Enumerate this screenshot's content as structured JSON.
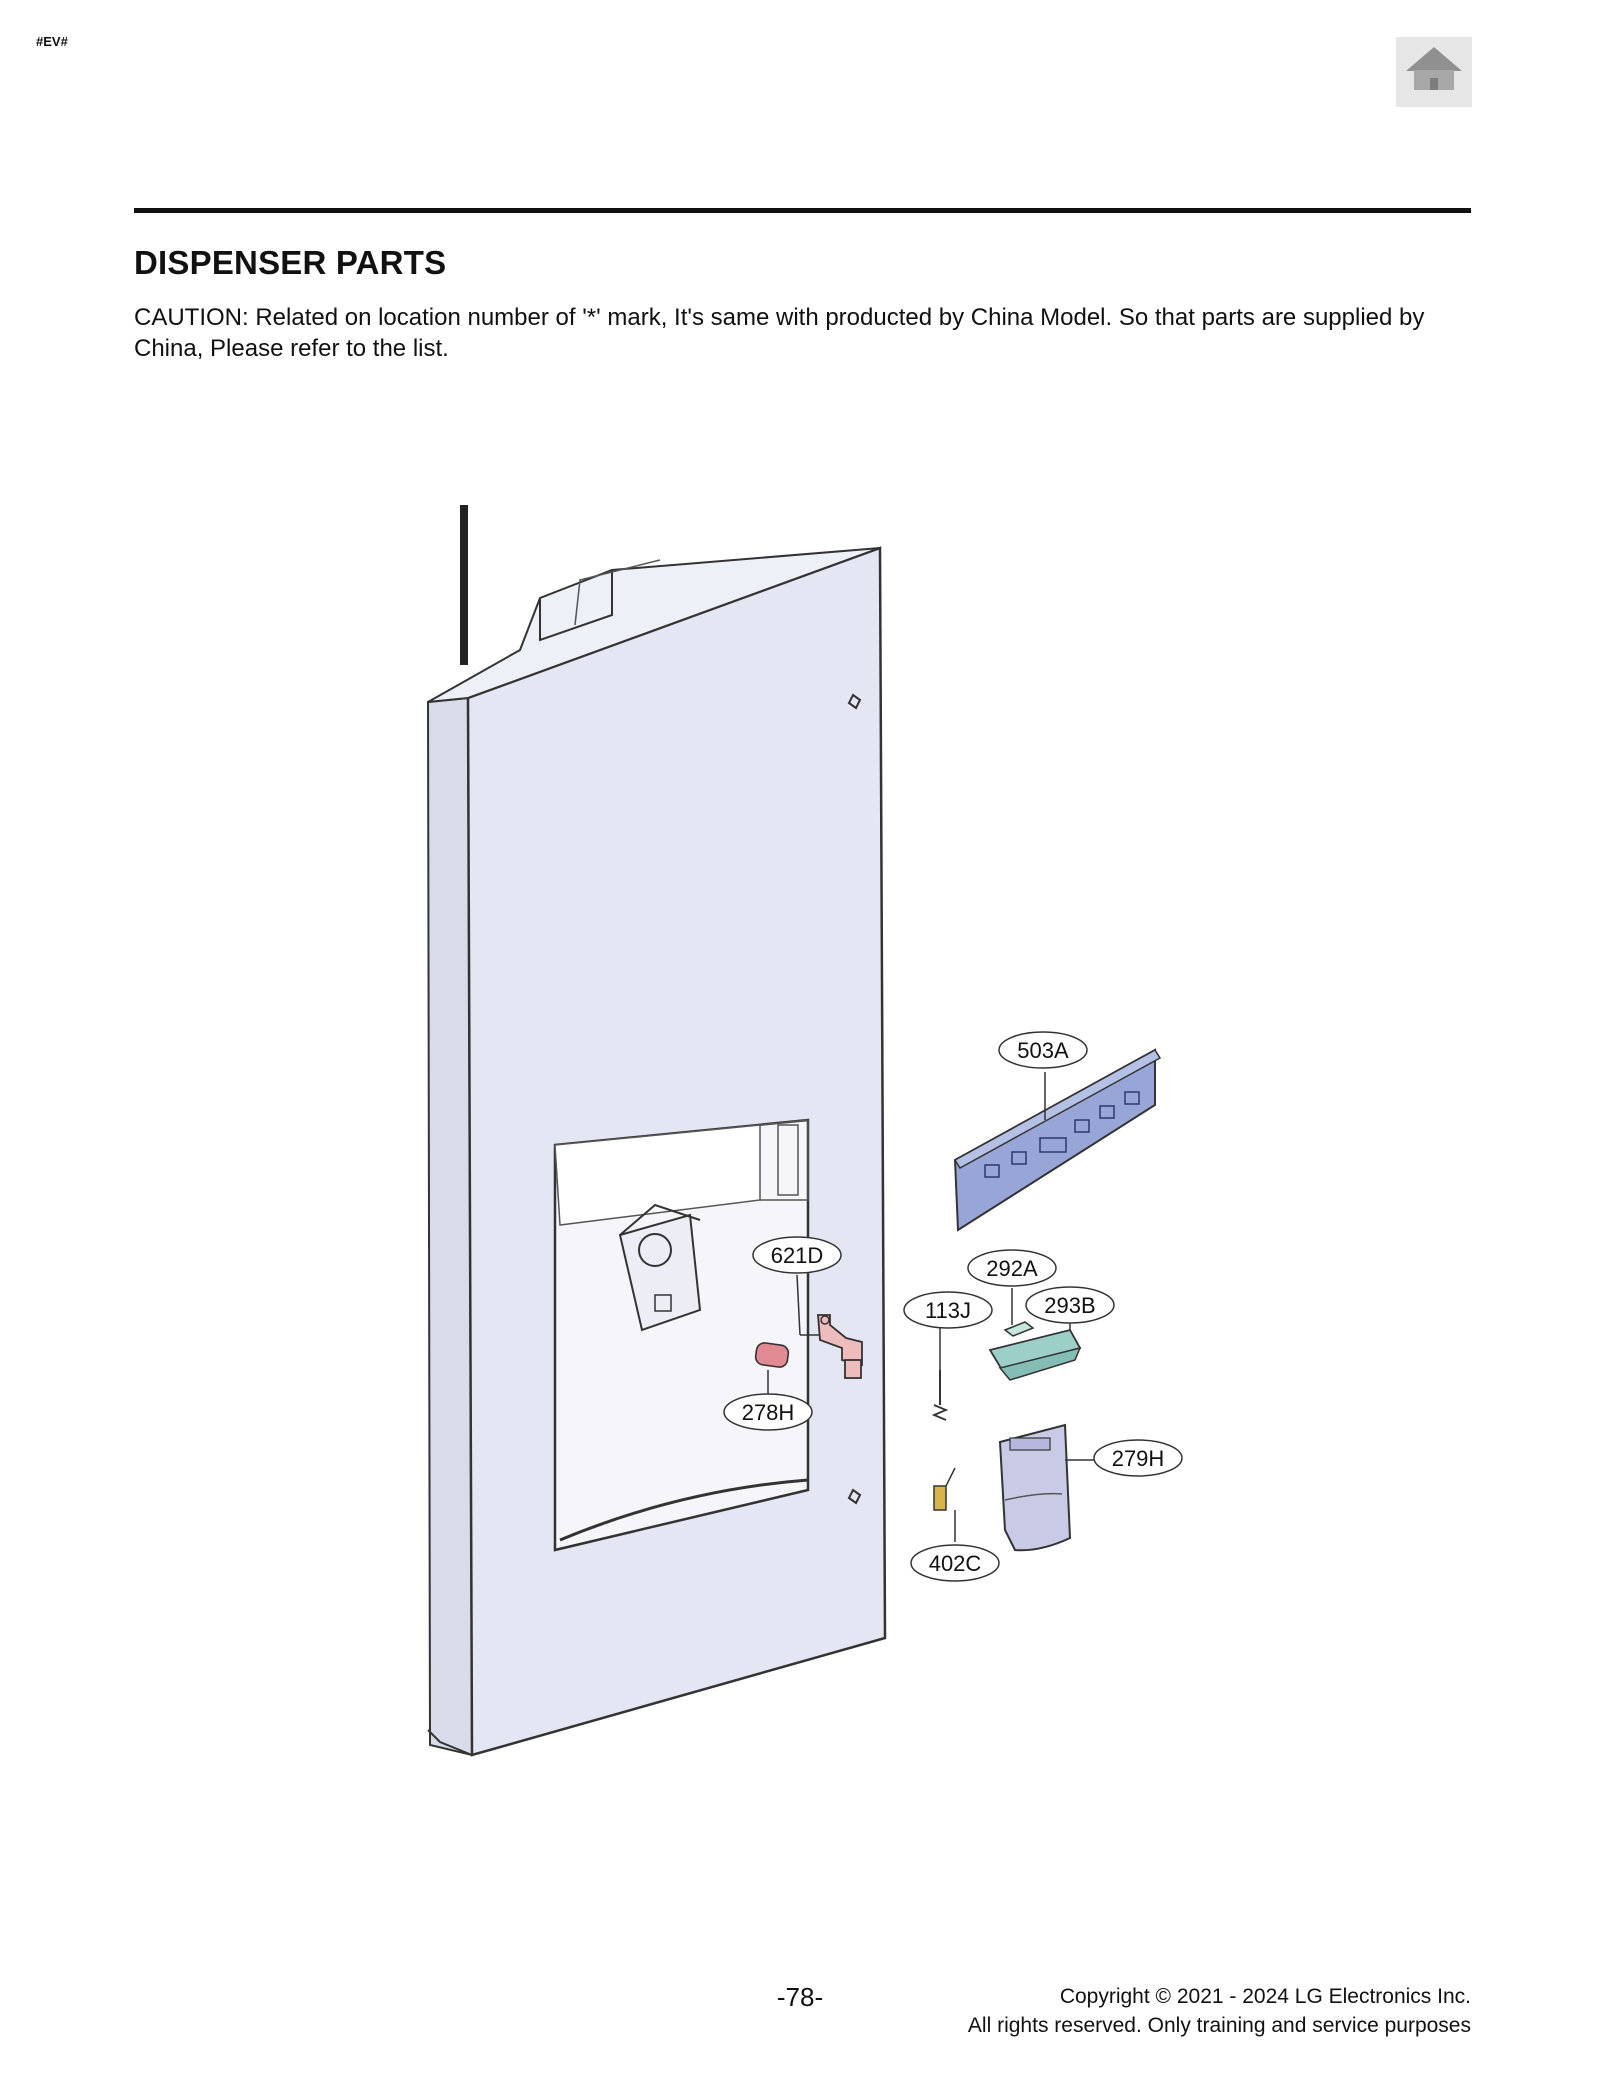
{
  "header": {
    "tag": "#EV#",
    "home_icon": "home-icon"
  },
  "section": {
    "title": "DISPENSER PARTS",
    "caution": "CAUTION: Related on location number of '*' mark, It's same with producted by China Model. So that parts are supplied by China, Please refer to the list."
  },
  "diagram": {
    "callouts": [
      "503A",
      "621D",
      "292A",
      "113J",
      "293B",
      "278H",
      "279H",
      "402C"
    ]
  },
  "footer": {
    "page_number": "-78-",
    "copyright_line1": "Copyright © 2021 - 2024 LG Electronics Inc.",
    "copyright_line2": "All rights reserved. Only training and service purposes"
  },
  "colors": {
    "door_fill": "#e4e6f3",
    "panel_503A": "#97a6d6",
    "valve_621D": "#eebcbc",
    "part_278H": "#e28a94",
    "part_293B": "#9ccfc8",
    "part_279H": "#c9cbe6"
  }
}
